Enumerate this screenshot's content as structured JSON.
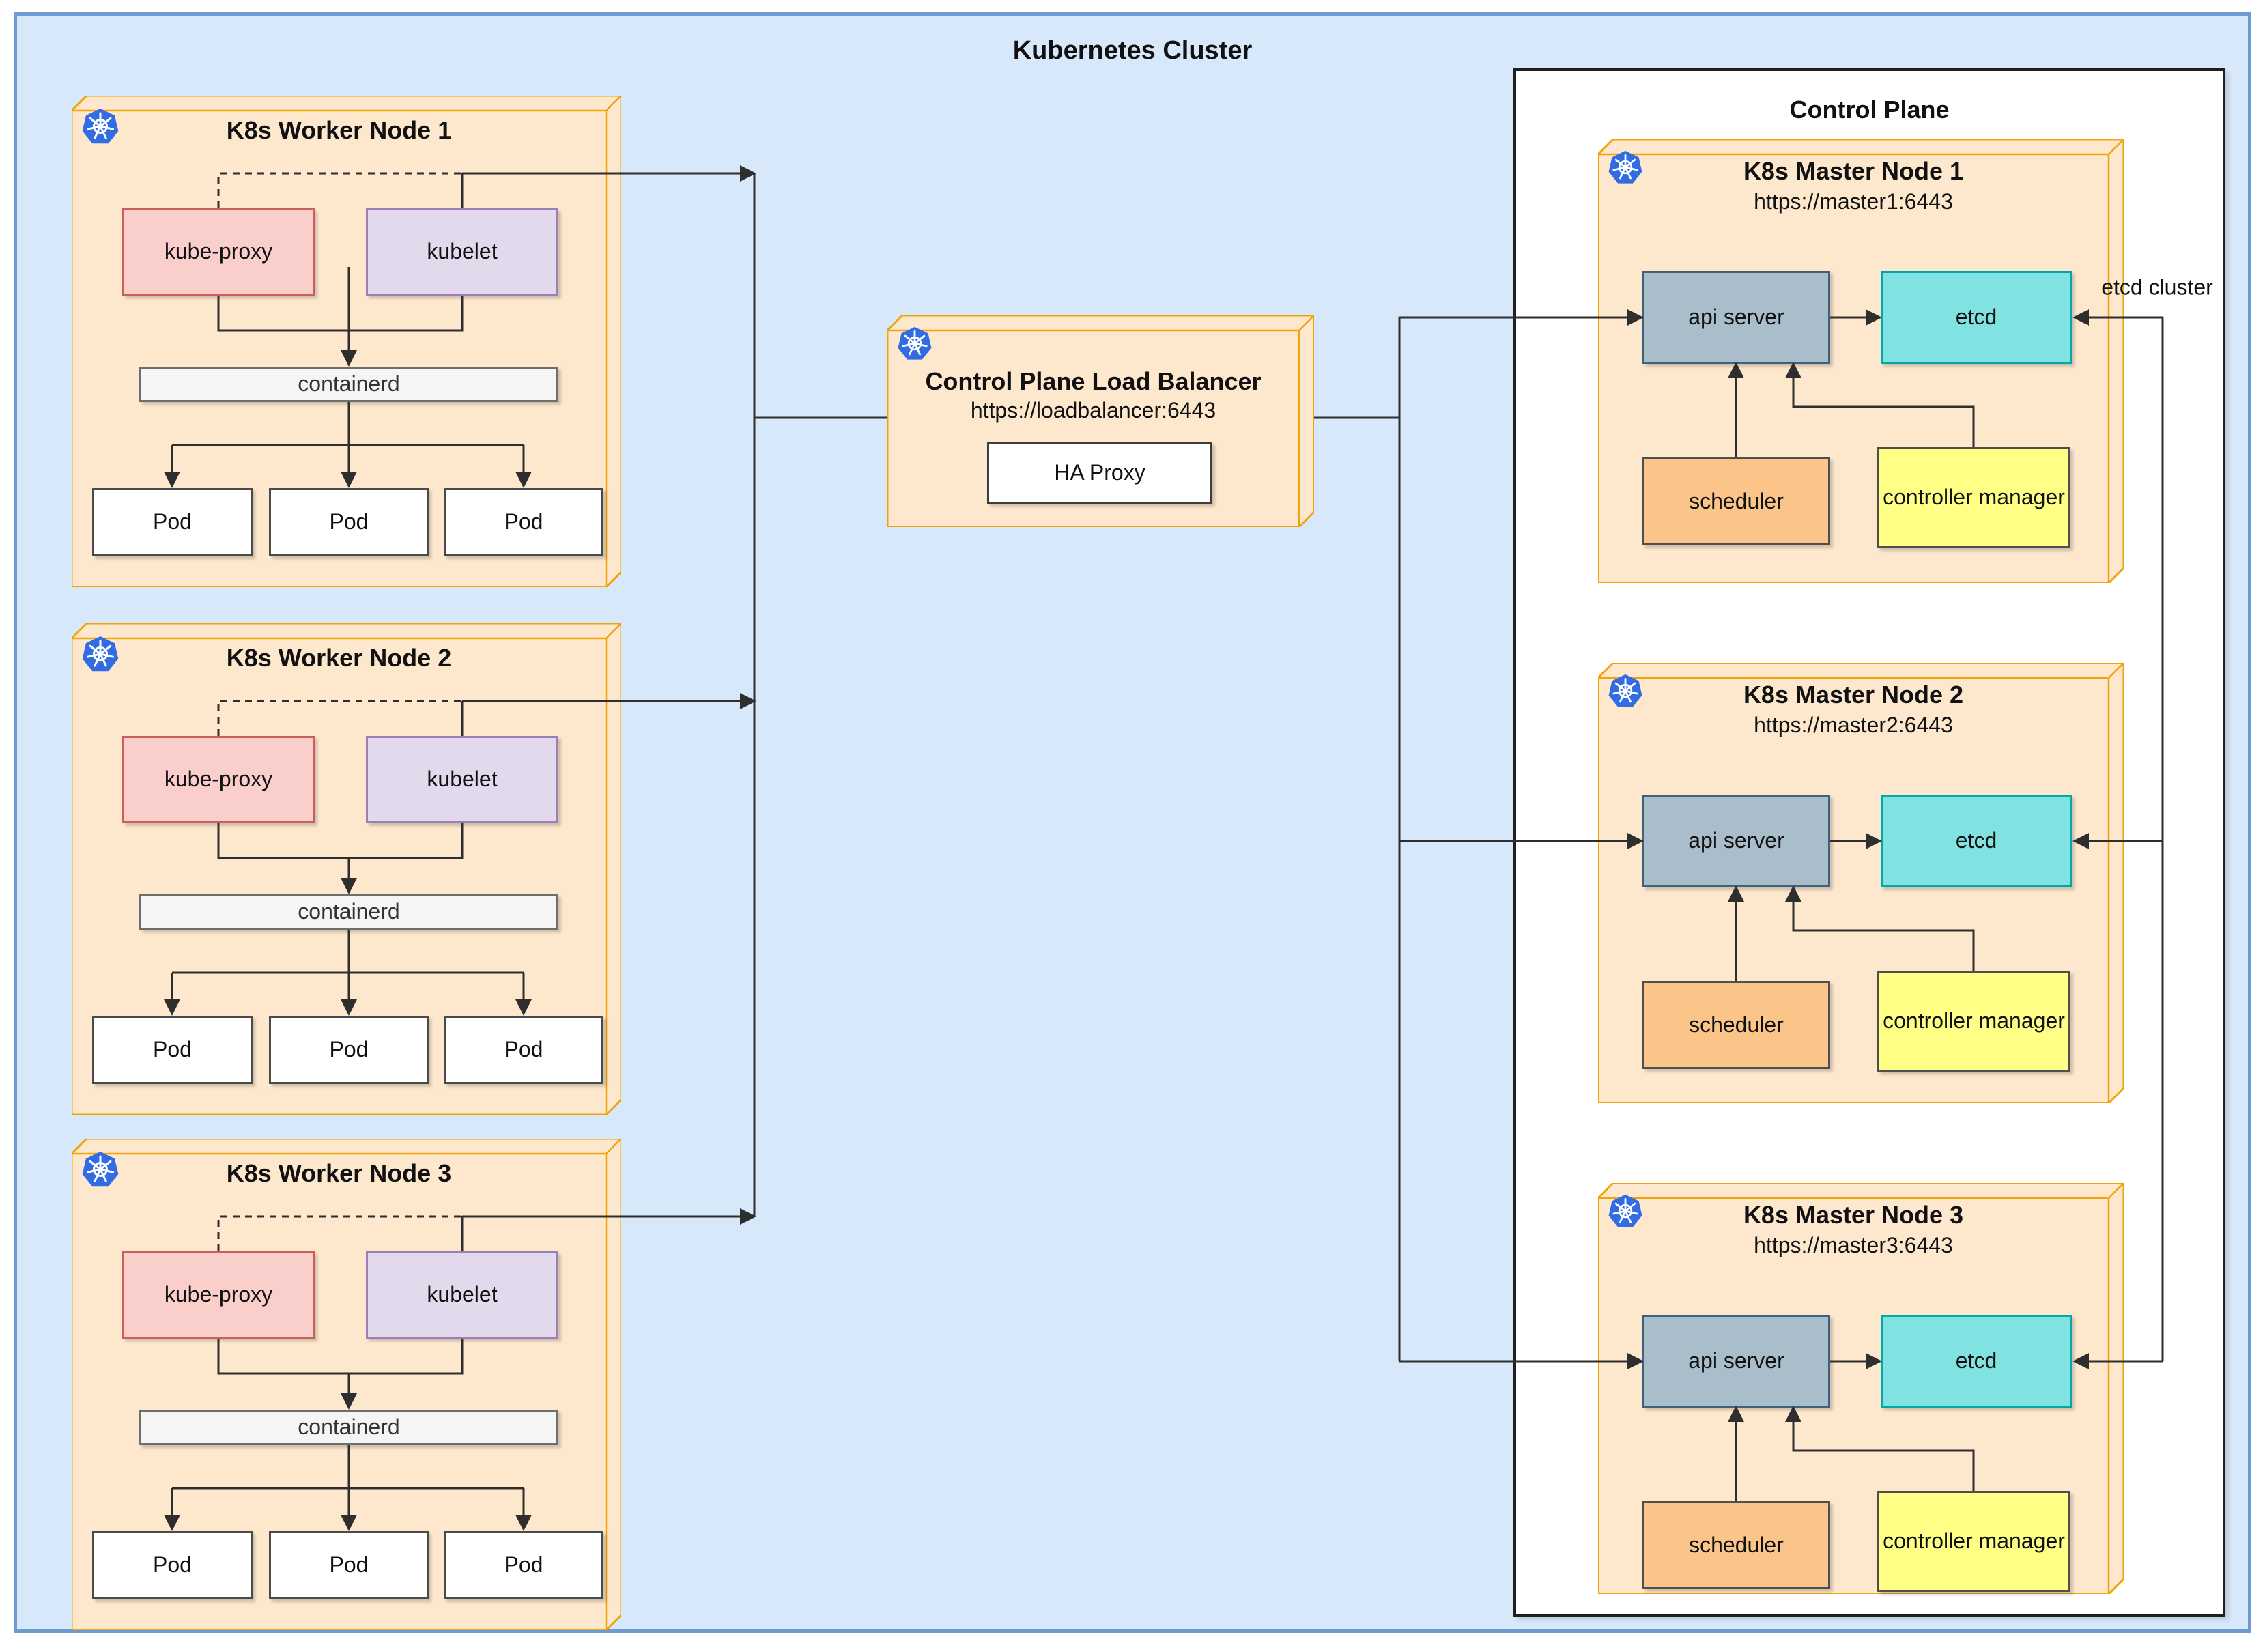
{
  "title": "Kubernetes Cluster",
  "control_plane": {
    "title": "Control Plane",
    "etcd_cluster_label": "etcd cluster"
  },
  "load_balancer": {
    "title": "Control Plane Load Balancer",
    "url": "https://loadbalancer:6443",
    "ha_proxy": "HA Proxy"
  },
  "workers": [
    {
      "title": "K8s Worker Node 1",
      "kube_proxy": "kube-proxy",
      "kubelet": "kubelet",
      "container_runtime": "containerd",
      "pods": [
        "Pod",
        "Pod",
        "Pod"
      ]
    },
    {
      "title": "K8s Worker Node 2",
      "kube_proxy": "kube-proxy",
      "kubelet": "kubelet",
      "container_runtime": "containerd",
      "pods": [
        "Pod",
        "Pod",
        "Pod"
      ]
    },
    {
      "title": "K8s Worker Node 3",
      "kube_proxy": "kube-proxy",
      "kubelet": "kubelet",
      "container_runtime": "containerd",
      "pods": [
        "Pod",
        "Pod",
        "Pod"
      ]
    }
  ],
  "masters": [
    {
      "title": "K8s Master Node 1",
      "url": "https://master1:6443",
      "api_server": "api server",
      "etcd": "etcd",
      "scheduler": "scheduler",
      "controller_manager": "controller manager"
    },
    {
      "title": "K8s Master Node 2",
      "url": "https://master2:6443",
      "api_server": "api server",
      "etcd": "etcd",
      "scheduler": "scheduler",
      "controller_manager": "controller manager"
    },
    {
      "title": "K8s Master Node 3",
      "url": "https://master3:6443",
      "api_server": "api server",
      "etcd": "etcd",
      "scheduler": "scheduler",
      "controller_manager": "controller manager"
    }
  ],
  "colors": {
    "cluster_fill": "#d7e8fa",
    "cluster_stroke": "#6f9bd1",
    "cp_fill": "#ffffff",
    "cp_stroke": "#1f1f1f",
    "node_fill": "#fde8ce",
    "node_stroke": "#f0a30a",
    "kube_proxy_fill": "#f9cecb",
    "kube_proxy_stroke": "#c9605b",
    "kubelet_fill": "#e3d9ed",
    "kubelet_stroke": "#9b7fb6",
    "containerd_fill": "#f5f5f5",
    "containerd_stroke": "#6e6e6e",
    "pod_fill": "#ffffff",
    "pod_stroke": "#4a4a4a",
    "api_fill": "#a9bdca",
    "api_stroke": "#3f617c",
    "etcd_fill": "#80e3e1",
    "etcd_stroke": "#00a8ac",
    "scheduler_fill": "#fbc489",
    "scheduler_stroke": "#4f4f4f",
    "cm_fill": "#feff84",
    "cm_stroke": "#4f4f4f",
    "haproxy_fill": "#ffffff",
    "haproxy_stroke": "#3d3d3d",
    "line_color": "#2e2e2e",
    "k8s_blue": "#326ce5",
    "text_color": "#111111"
  }
}
